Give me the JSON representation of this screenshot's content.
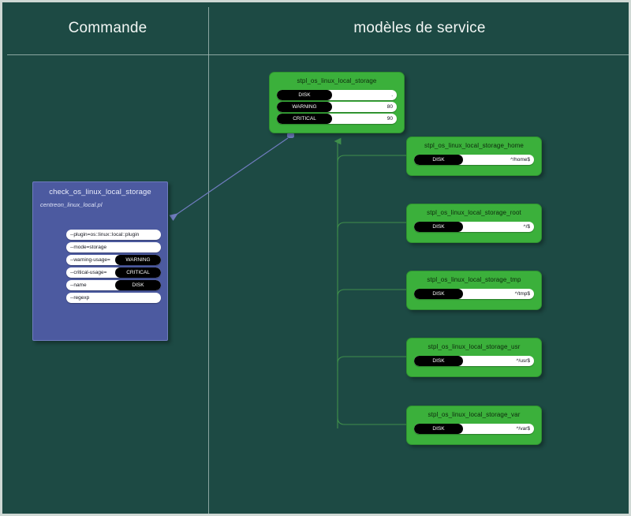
{
  "header": {
    "columns": [
      {
        "id": "commande",
        "label": "Commande"
      },
      {
        "id": "service",
        "label": "modèles de service"
      }
    ]
  },
  "colors": {
    "canvas_background": "#1d4a44",
    "canvas_border": "#cfd8d4",
    "divider": "#9fb6b1",
    "command_node": "#4c5aa0",
    "command_node_border": "#6f7cbe",
    "template_node": "#3bb03b",
    "template_node_border": "#2f9130",
    "macro_key_background": "#000000",
    "macro_value_background": "#ffffff",
    "inherit_connector": "#3f8f4b",
    "command_connector": "#6f7cbe"
  },
  "command": {
    "title": "check_os_linux_local_storage",
    "subtitle": "centreon_linux_local.pl",
    "arguments": [
      {
        "key": "--plugin=os::linux::local::plugin",
        "value": ""
      },
      {
        "key": "--mode=storage",
        "value": ""
      },
      {
        "key": "--warning-usage=",
        "value": "WARNING"
      },
      {
        "key": "--critical-usage=",
        "value": "CRITICAL"
      },
      {
        "key": "--name",
        "value": "DISK"
      },
      {
        "key": "--regexp",
        "value": ""
      }
    ]
  },
  "service_templates": {
    "parent": {
      "title": "stpl_os_linux_local_storage",
      "macros": [
        {
          "name": "DISK",
          "value": "."
        },
        {
          "name": "WARNING",
          "value": "80"
        },
        {
          "name": "CRITICAL",
          "value": "90"
        }
      ]
    },
    "children": [
      {
        "id": "home",
        "title": "stpl_os_linux_local_storage_home",
        "macros": [
          {
            "name": "DISK",
            "value": "^/home$"
          }
        ]
      },
      {
        "id": "root",
        "title": "stpl_os_linux_local_storage_root",
        "macros": [
          {
            "name": "DISK",
            "value": "^/$"
          }
        ]
      },
      {
        "id": "tmp",
        "title": "stpl_os_linux_local_storage_tmp",
        "macros": [
          {
            "name": "DISK",
            "value": "^/tmp$"
          }
        ]
      },
      {
        "id": "usr",
        "title": "stpl_os_linux_local_storage_usr",
        "macros": [
          {
            "name": "DISK",
            "value": "^/usr$"
          }
        ]
      },
      {
        "id": "var",
        "title": "stpl_os_linux_local_storage_var",
        "macros": [
          {
            "name": "DISK",
            "value": "^/var$"
          }
        ]
      }
    ]
  },
  "connectors": {
    "command_link_label": "",
    "inheritance_label": ""
  }
}
